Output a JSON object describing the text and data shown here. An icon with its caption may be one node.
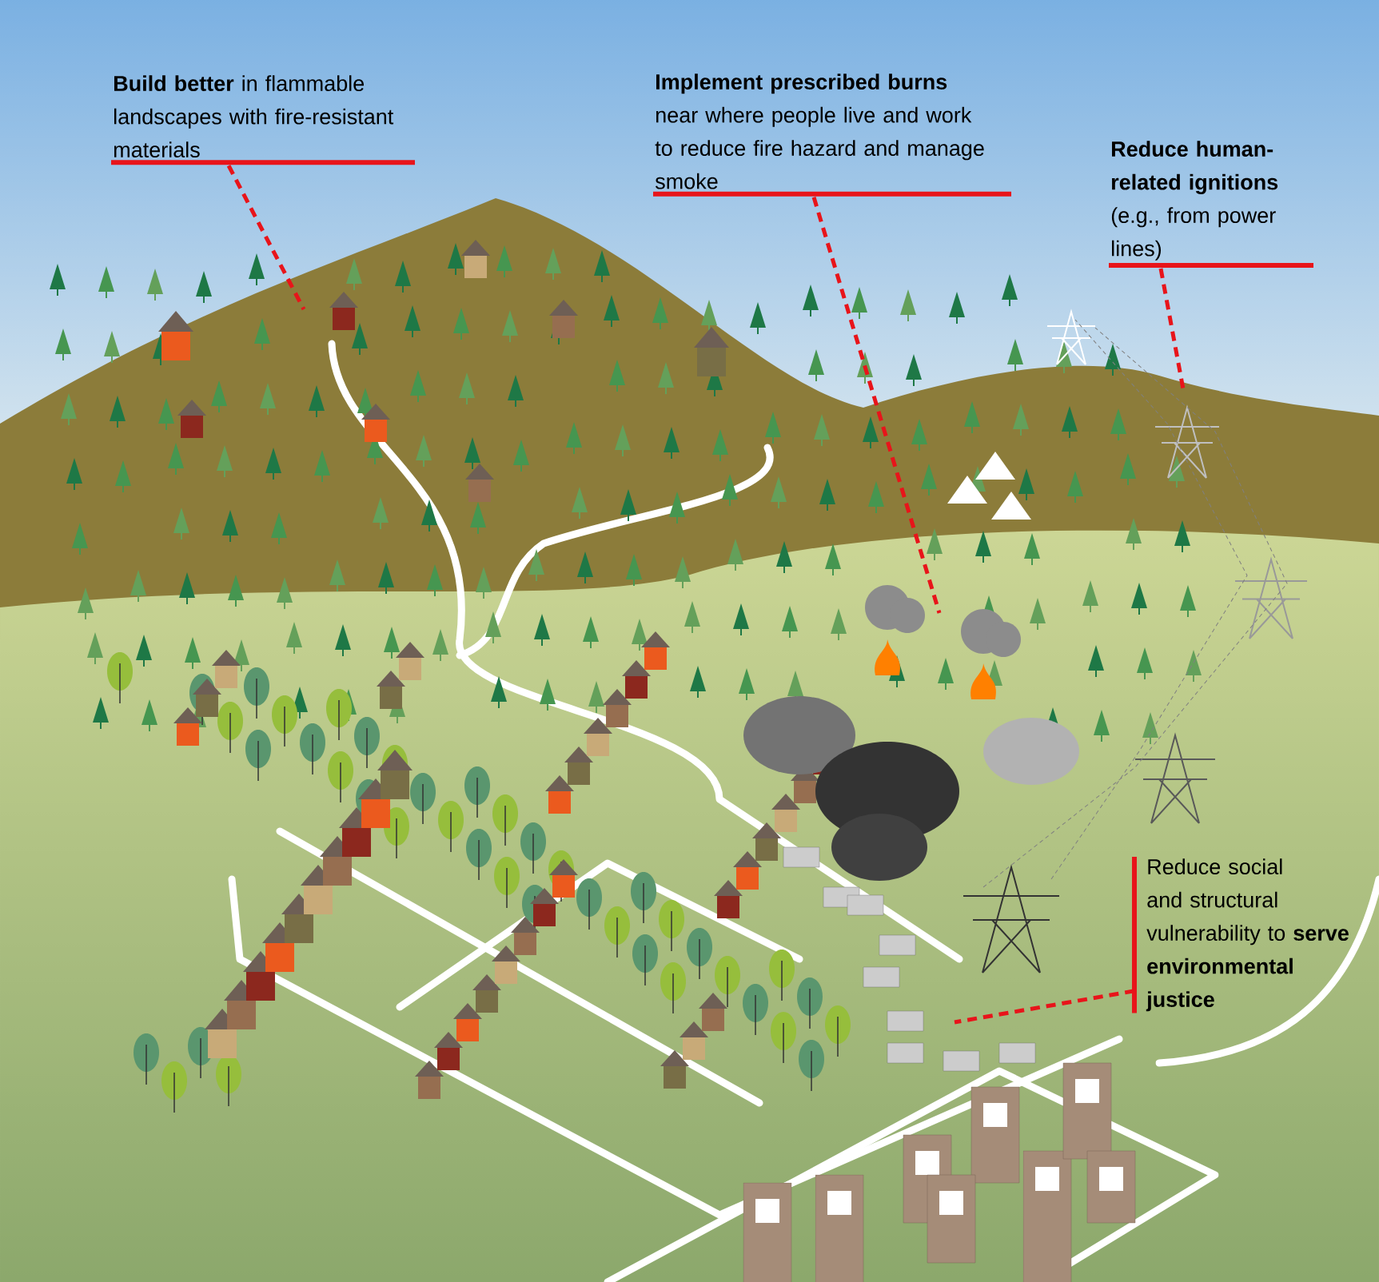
{
  "diagram": {
    "nodes": [
      {
        "text": [
          "**Build better** in flammable landscapes with fire-resistant materials"
        ]
      },
      {
        "text": [
          "**Implement prescribed burns** near where people live and work to reduce fire hazard and manage smoke"
        ]
      },
      {
        "text": [
          "**Reduce human-related ignitions** (e.g., from power lines)"
        ]
      },
      {
        "text": [
          "Reduce social and structural vulnerability to **serve environmental justice**"
        ]
      }
    ],
    "edges": [
      {
        "from": 0,
        "to": null,
        "arrow": "none",
        "style": "dashed"
      },
      {
        "from": 1,
        "to": null,
        "arrow": "none",
        "style": "dashed"
      },
      {
        "from": 2,
        "to": null,
        "arrow": "none",
        "style": "dashed"
      },
      {
        "from": 3,
        "to": null,
        "arrow": "none",
        "style": "dashed"
      }
    ]
  }
}
